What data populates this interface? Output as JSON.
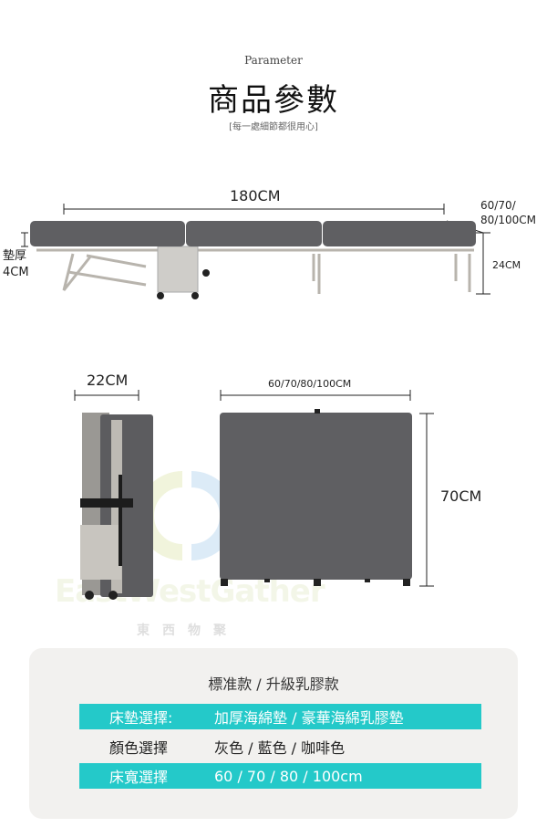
{
  "header": {
    "eyebrow": "Parameter",
    "title": "商品參數",
    "subtitle": "[每一處細節都很用心]"
  },
  "dimensions": {
    "length": "180CM",
    "width": "60/70/ 80/100CM",
    "height": "24CM",
    "pad_thickness_label": "墊厚",
    "pad_thickness_value": "4CM",
    "folded_depth": "22CM",
    "folded_width": "60/70/80/100CM",
    "folded_height": "70CM"
  },
  "watermark": {
    "text": "EastWestGather",
    "cn": "東西物聚"
  },
  "spec": {
    "title": "標准款 / 升級乳膠款",
    "rows": [
      {
        "key": "床墊選擇:",
        "value": "加厚海綿墊 / 豪華海綿乳膠墊",
        "highlight": true
      },
      {
        "key": "顏色選擇",
        "value": "灰色 / 藍色 / 咖啡色",
        "highlight": false
      },
      {
        "key": "床寬選擇",
        "value": "60 / 70 / 80 / 100cm",
        "highlight": true
      }
    ]
  },
  "colors": {
    "accent": "#24c9c9",
    "mattress": "#5f5f62",
    "frame": "#b8b4ad",
    "card": "#f2f1ef"
  }
}
